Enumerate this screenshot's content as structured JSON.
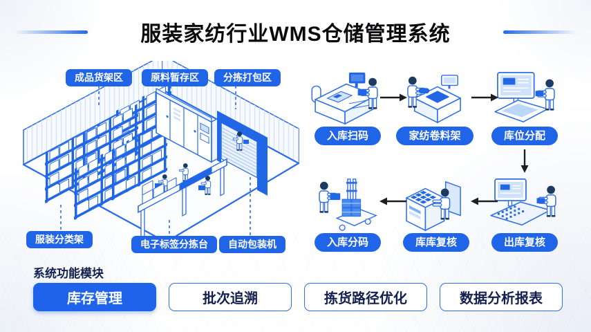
{
  "title": {
    "text": "服装家纺行业WMS仓储管理系统"
  },
  "warehouse": {
    "labels": {
      "finished_goods_zone": "成品货架区",
      "raw_material_zone": "原料暂存区",
      "sorting_packing_zone": "分拣打包区",
      "clothing_sorting_rack": "服装分类架",
      "esl_sorting_table": "电子标签分拣台",
      "auto_packing_machine": "自动包装机"
    }
  },
  "flow": {
    "top": [
      {
        "label": "入库扫码"
      },
      {
        "label": "家纺卷料架"
      },
      {
        "label": "库位分配"
      }
    ],
    "bottom": [
      {
        "label": "入库分码"
      },
      {
        "label": "库库复核"
      },
      {
        "label": "出库复核"
      }
    ]
  },
  "modules": {
    "heading": "系统功能模块",
    "items": [
      {
        "label": "库存管理",
        "active": true
      },
      {
        "label": "批次追溯",
        "active": false
      },
      {
        "label": "拣货路径优化",
        "active": false
      },
      {
        "label": "数据分析报表",
        "active": false
      }
    ]
  },
  "colors": {
    "primary_blue": "#2166E5",
    "pill_blue": "#2065E8",
    "outline_blue": "#2E6FE8",
    "light_fill": "#D9E8FB",
    "navy_text": "#13204F",
    "title_black": "#0A0A0C",
    "figure_head": "#1C3B63"
  }
}
